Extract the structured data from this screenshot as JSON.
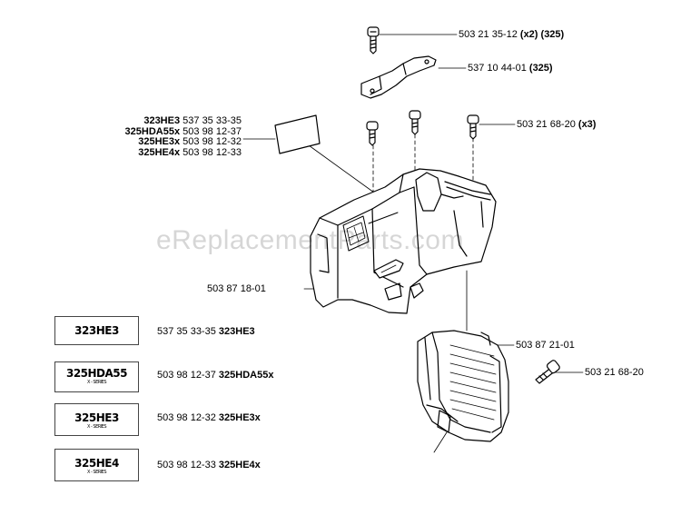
{
  "watermark": "eReplacementParts.com",
  "callouts": {
    "screw_top": {
      "part": "503 21 35-12",
      "qty": "(x2)",
      "model": "(325)"
    },
    "bracket": {
      "part": "537 10 44-01",
      "model": "(325)"
    },
    "screw_mid": {
      "part": "503 21 68-20",
      "qty": "(x3)"
    },
    "housing": {
      "part": "503 87 18-01"
    },
    "cover": {
      "part": "503 87 21-01"
    },
    "screw_side": {
      "part": "503 21 68-20"
    }
  },
  "decal_list": [
    {
      "model": "323HE3",
      "part": "537 35 33-35"
    },
    {
      "model": "325HDA55x",
      "part": "503 98 12-37"
    },
    {
      "model": "325HE3x",
      "part": "503 98 12-32"
    },
    {
      "model": "325HE4x",
      "part": "503 98 12-33"
    }
  ],
  "decals": [
    {
      "part": "537 35 33-35",
      "model": "323HE3",
      "art": "323HE3",
      "sub": ""
    },
    {
      "part": "503 98 12-37",
      "model": "325HDA55x",
      "art": "325HDA55",
      "sub": "X - SERIES"
    },
    {
      "part": "503 98 12-32",
      "model": "325HE3x",
      "art": "325HE3",
      "sub": "X - SERIES"
    },
    {
      "part": "503 98 12-33",
      "model": "325HE4x",
      "art": "325HE4",
      "sub": "X - SERIES"
    }
  ]
}
